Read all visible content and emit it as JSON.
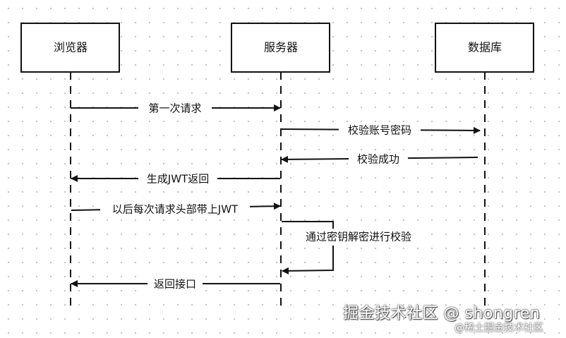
{
  "actors": [
    {
      "id": "browser",
      "label": "浏览器"
    },
    {
      "id": "server",
      "label": "服务器"
    },
    {
      "id": "database",
      "label": "数据库"
    }
  ],
  "messages": [
    {
      "from": "browser",
      "to": "server",
      "label": "第一次请求"
    },
    {
      "from": "server",
      "to": "database",
      "label": "校验账号密码"
    },
    {
      "from": "database",
      "to": "server",
      "label": "校验成功"
    },
    {
      "from": "server",
      "to": "browser",
      "label": "生成JWT返回"
    },
    {
      "from": "browser",
      "to": "server",
      "label": "以后每次请求头部带上JWT"
    },
    {
      "from": "server",
      "to": "server",
      "label": "通过密钥解密进行校验"
    },
    {
      "from": "server",
      "to": "browser",
      "label": "返回接口"
    }
  ],
  "watermark": {
    "main": "掘金技术社区 @ shongren",
    "sub": "@稀土掘金技术社区"
  }
}
